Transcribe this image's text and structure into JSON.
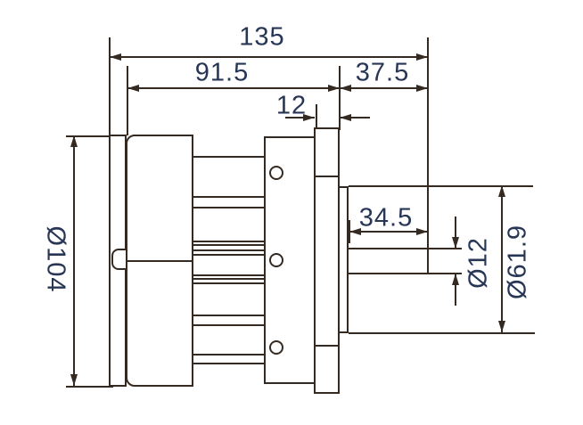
{
  "drawing": {
    "type": "engineering-dimension-drawing",
    "subject": "gear-motor-side-view",
    "units": "mm",
    "dimensions": {
      "overall_length": "135",
      "body_length": "91.5",
      "front_section_length": "37.5",
      "flange_thickness": "12",
      "shaft_length": "34.5",
      "body_diameter": "Ø104",
      "shaft_diameter": "Ø12",
      "pilot_diameter": "Ø61.9"
    },
    "colors": {
      "line": "#352a22",
      "text": "#273655",
      "background": "#ffffff"
    }
  }
}
